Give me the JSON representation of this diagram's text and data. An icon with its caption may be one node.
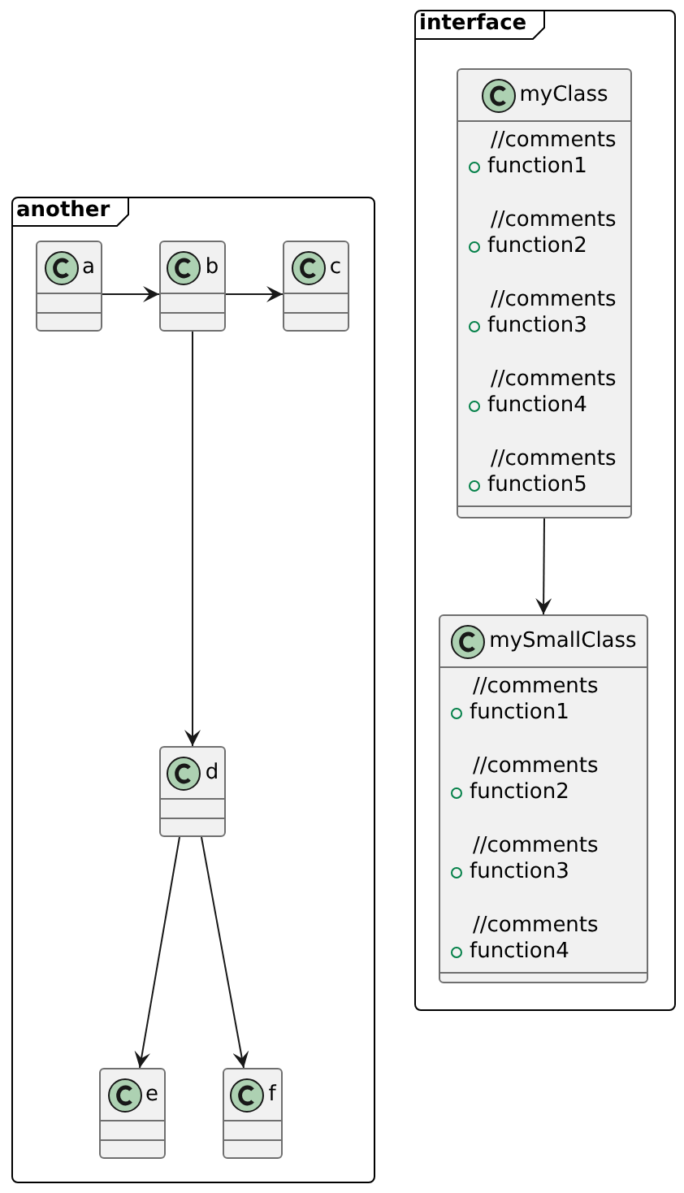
{
  "diagram": {
    "nodes": [
      {
        "text": [
          "another"
        ]
      },
      {
        "text": [
          "a"
        ],
        "in": 0
      },
      {
        "text": [
          "b"
        ],
        "in": 0
      },
      {
        "text": [
          "c"
        ],
        "in": 0
      },
      {
        "text": [
          "d"
        ],
        "in": 0
      },
      {
        "text": [
          "e"
        ],
        "in": 0
      },
      {
        "text": [
          "f"
        ],
        "in": 0
      },
      {
        "text": [
          "interface"
        ]
      },
      {
        "text": [
          "myClass",
          "//comments",
          "function1",
          "//comments",
          "function2",
          "//comments",
          "function3",
          "//comments",
          "function4",
          "//comments",
          "function5"
        ],
        "in": 7
      },
      {
        "text": [
          "mySmallClass",
          "//comments",
          "function1",
          "//comments",
          "function2",
          "//comments",
          "function3",
          "//comments",
          "function4"
        ],
        "in": 7
      }
    ],
    "edges": [
      {
        "from": 1,
        "to": 2,
        "arrow": "to"
      },
      {
        "from": 2,
        "to": 3,
        "arrow": "to"
      },
      {
        "from": 2,
        "to": 4,
        "arrow": "to"
      },
      {
        "from": 4,
        "to": 5,
        "arrow": "to"
      },
      {
        "from": 4,
        "to": 6,
        "arrow": "to"
      },
      {
        "from": 8,
        "to": 9,
        "arrow": "to"
      }
    ]
  }
}
